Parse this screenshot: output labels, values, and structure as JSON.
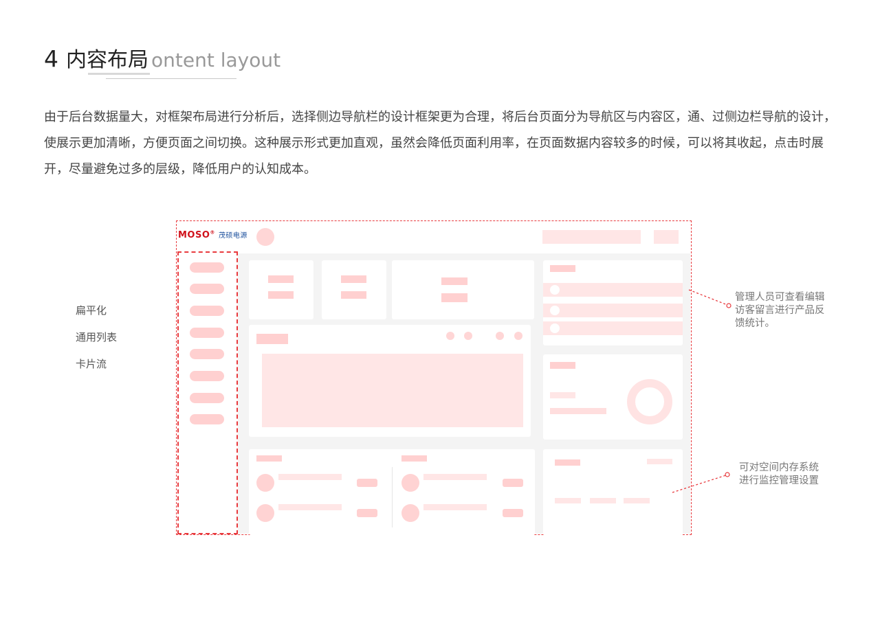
{
  "heading": {
    "number": "4",
    "title_cn": "内容布局",
    "title_en": "ontent layout"
  },
  "intro": "由于后台数据量大，对框架布局进行分析后，选择侧边导航栏的设计框架更为合理，将后台页面分为导航区与内容区，通、过侧边栏导航的设计，使展示更加清晰，方便页面之间切换。这种展示形式更加直观，虽然会降低页面利用率，在页面数据内容较多的时候，可以将其收起，点击时展开，尽量避免过多的层级，降低用户的认知成本。",
  "side_labels": [
    "扁平化",
    "通用列表",
    "卡片流"
  ],
  "wireframe": {
    "logo_text": "MOSO",
    "logo_sub": "茂硕电源",
    "logo_mark": "®",
    "brand_color": "#d0121b",
    "brand_blue": "#1b4f9c"
  },
  "notes": {
    "messages": [
      "管理人员可查看编辑",
      "访客留言进行产品反",
      "馈统计。"
    ],
    "storage": [
      "可对空间内存系统",
      "进行监控管理设置"
    ]
  },
  "colors": {
    "accent": "#e8393d",
    "placeholder": "#ffe6e6",
    "placeholder_strong": "#ffd0d0",
    "canvas": "#f5f5f5"
  }
}
